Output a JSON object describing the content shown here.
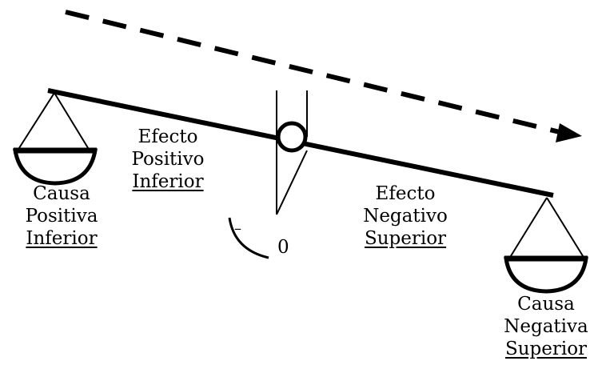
{
  "diagram": {
    "left_pan": {
      "line1": "Causa",
      "line2": "Positiva",
      "line3": "Inferior"
    },
    "left_arm": {
      "line1": "Efecto",
      "line2": "Positivo",
      "line3": "Inferior"
    },
    "right_arm": {
      "line1": "Efecto",
      "line2": "Negativo",
      "line3": "Superior"
    },
    "right_pan": {
      "line1": "Causa",
      "line2": "Negativa",
      "line3": "Superior"
    },
    "gauge": {
      "minus_mark": "–",
      "zero_mark": "0"
    }
  }
}
